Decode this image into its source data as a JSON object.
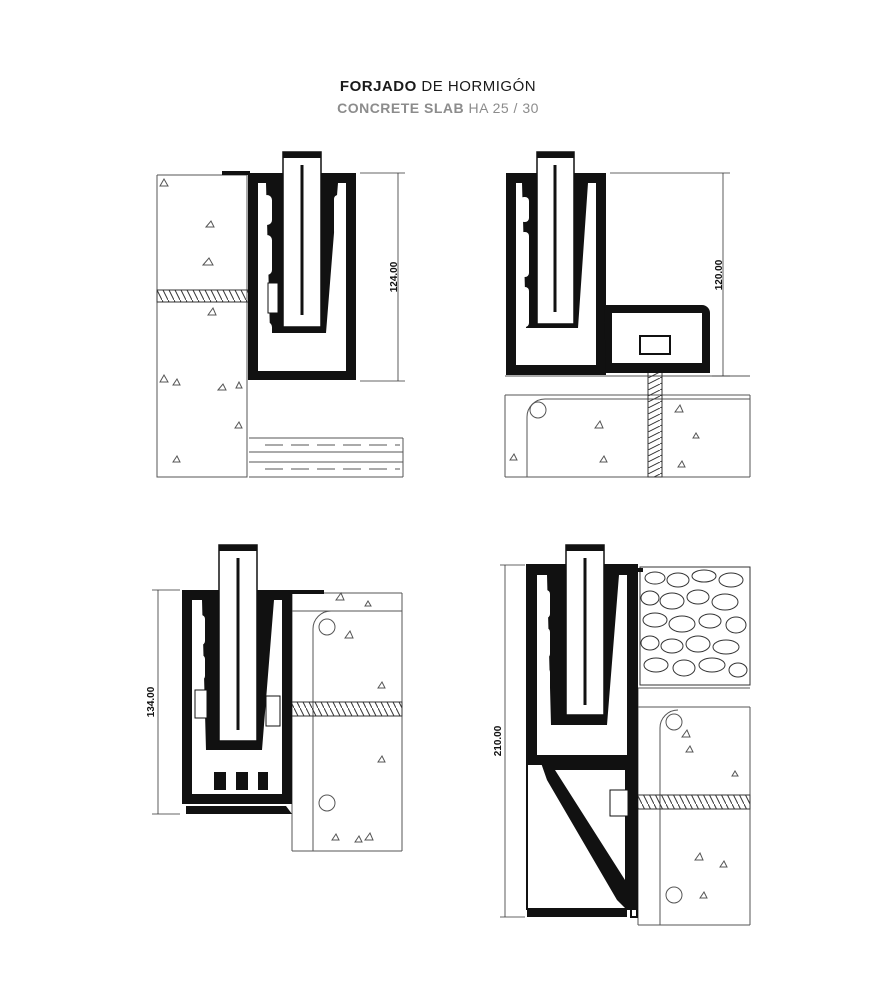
{
  "title": {
    "line1_bold": "FORJADO",
    "line1_rest": "DE HORMIGÓN",
    "line2_bold": "CONCRETE SLAB",
    "line2_rest": "HA 25 / 30"
  },
  "details": [
    {
      "name": "side-mount-detail",
      "dimension": "124.00"
    },
    {
      "name": "top-mount-detail",
      "dimension": "120.00"
    },
    {
      "name": "fascia-mount-detail",
      "dimension": "134.00"
    },
    {
      "name": "fascia-bracket-detail",
      "dimension": "210.00"
    }
  ],
  "colors": {
    "profile": "#111111",
    "line": "#333333",
    "title_grey": "#8c8c8c"
  }
}
